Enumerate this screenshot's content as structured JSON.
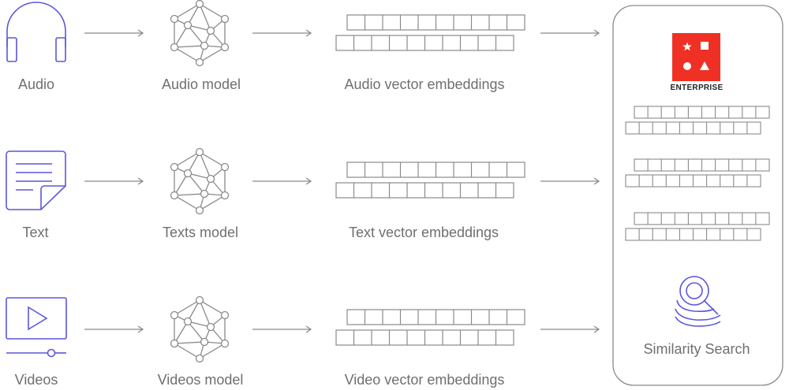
{
  "rows": [
    {
      "input_label": "Audio",
      "model_label": "Audio model",
      "embedding_label": "Audio vector embeddings"
    },
    {
      "input_label": "Text",
      "model_label": "Texts model",
      "embedding_label": "Text vector embeddings"
    },
    {
      "input_label": "Videos",
      "model_label": "Videos model",
      "embedding_label": "Video vector embeddings"
    }
  ],
  "database": {
    "badge_text": "ENTERPRISE",
    "search_label": "Similarity Search"
  },
  "icons": {
    "audio": "headphones-icon",
    "text": "document-icon",
    "video": "video-player-icon",
    "model": "neural-network-icon",
    "brand": "shapes-logo-icon",
    "search": "similarity-search-icon"
  },
  "colors": {
    "icon_accent": "#5b57d9",
    "line": "#8a8a8a",
    "brand_red": "#ee3124",
    "label": "#6f6f6f"
  }
}
